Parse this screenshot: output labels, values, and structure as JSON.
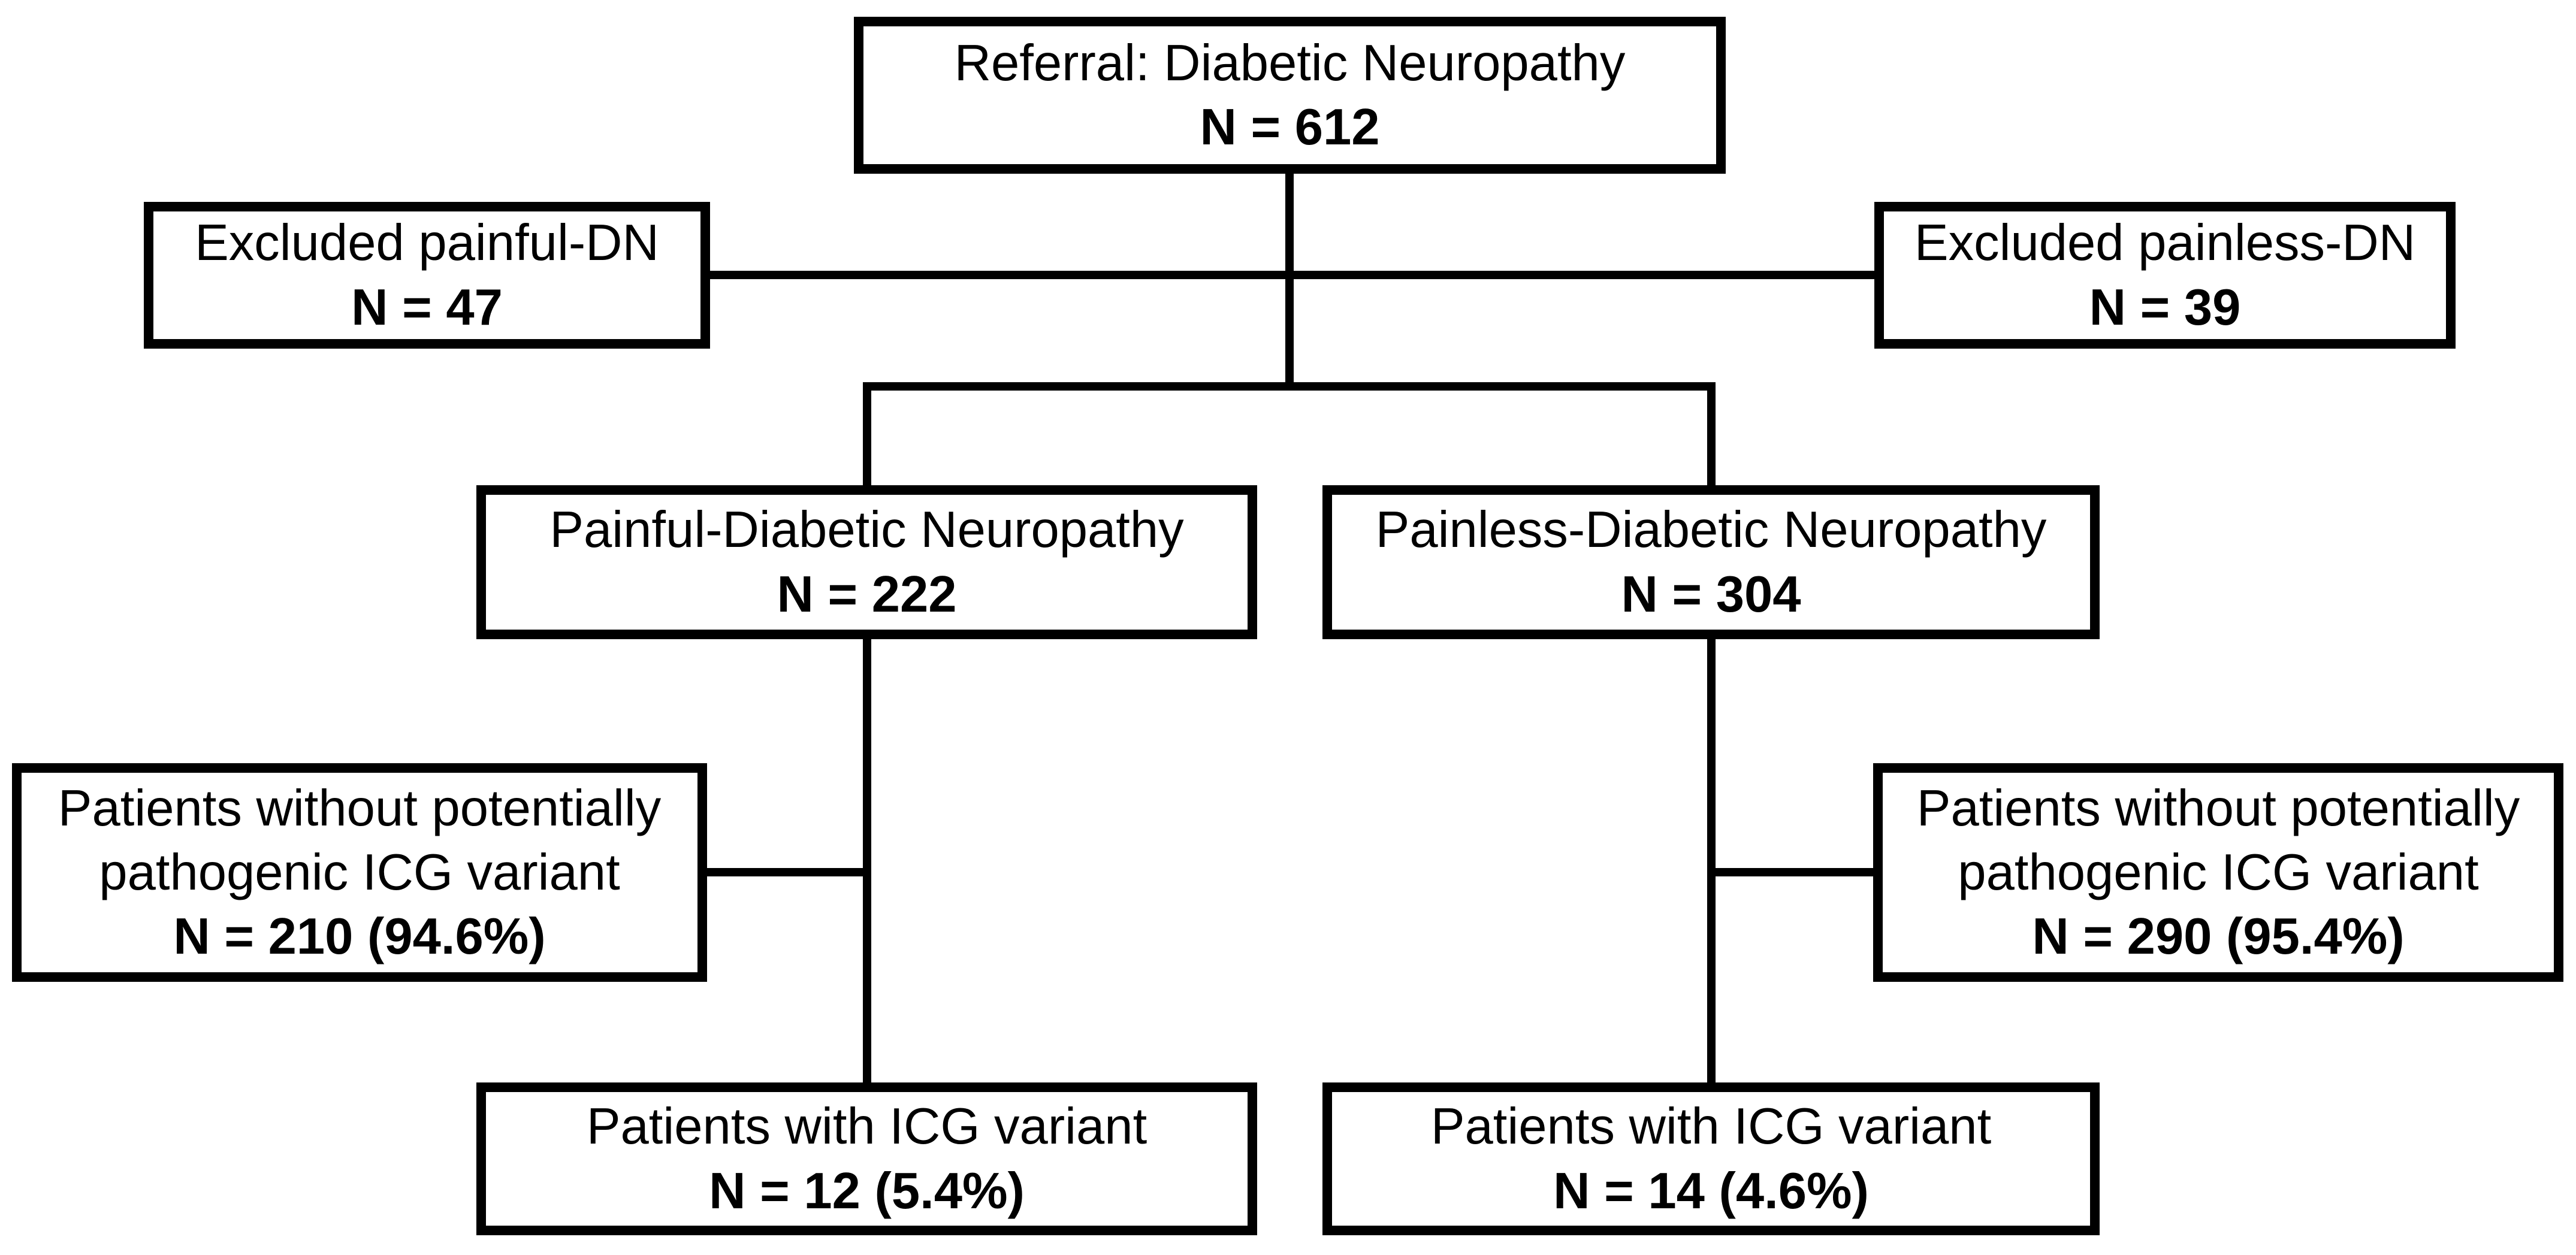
{
  "colors": {
    "ink": "#000000",
    "paper": "#ffffff"
  },
  "nodes": {
    "referral": {
      "label": "Referral: Diabetic Neuropathy",
      "count": "N = 612"
    },
    "excluded_painful": {
      "label": "Excluded painful-DN",
      "count": "N = 47"
    },
    "excluded_painless": {
      "label": "Excluded painless-DN",
      "count": "N = 39"
    },
    "painful_dn": {
      "label": "Painful-Diabetic Neuropathy",
      "count": "N = 222"
    },
    "painless_dn": {
      "label": "Painless-Diabetic Neuropathy",
      "count": "N = 304"
    },
    "painful_no_variant": {
      "label": "Patients without potentially\npathogenic ICG variant",
      "count": "N = 210 (94.6%)"
    },
    "painless_no_variant": {
      "label": "Patients without potentially\npathogenic ICG variant",
      "count": "N = 290 (95.4%)"
    },
    "painful_variant": {
      "label": "Patients with ICG variant",
      "count": "N = 12 (5.4%)"
    },
    "painless_variant": {
      "label": "Patients with ICG variant",
      "count": "N = 14 (4.6%)"
    }
  },
  "edges": [
    {
      "from": "referral",
      "to": "excluded_painful"
    },
    {
      "from": "referral",
      "to": "excluded_painless"
    },
    {
      "from": "referral",
      "to": "painful_dn"
    },
    {
      "from": "referral",
      "to": "painless_dn"
    },
    {
      "from": "painful_dn",
      "to": "painful_no_variant"
    },
    {
      "from": "painful_dn",
      "to": "painful_variant"
    },
    {
      "from": "painless_dn",
      "to": "painless_no_variant"
    },
    {
      "from": "painless_dn",
      "to": "painless_variant"
    }
  ]
}
